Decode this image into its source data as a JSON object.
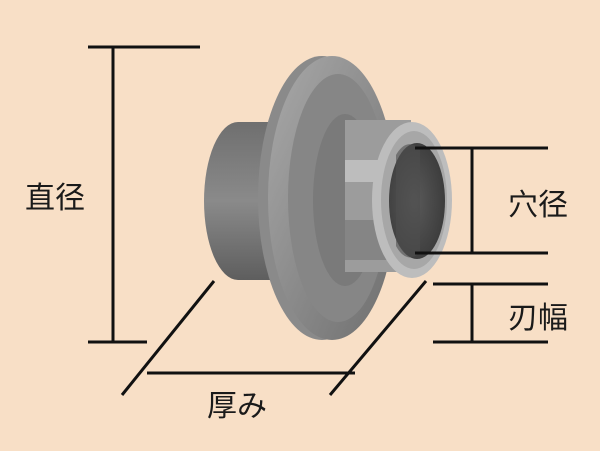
{
  "labels": {
    "diameter": "直径",
    "hole_diameter": "穴径",
    "blade_width": "刃幅",
    "thickness": "厚み"
  },
  "colors": {
    "background": "#f8dfc6",
    "line": "#111111",
    "metal_dark": "#6b6b6b",
    "metal_mid": "#8c8c8c",
    "metal_light": "#b5b5b5",
    "bore": "#4a4a4a"
  }
}
